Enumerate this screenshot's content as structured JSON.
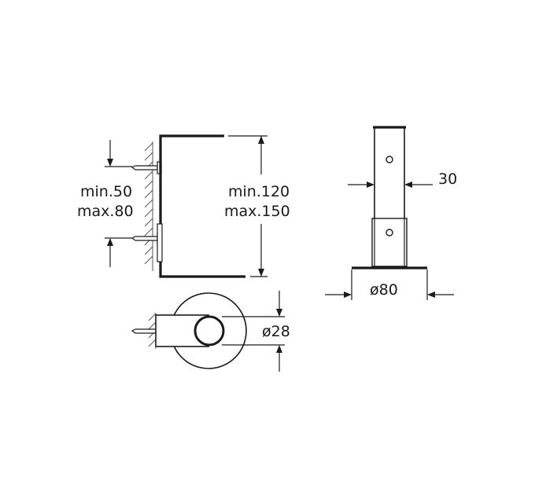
{
  "side_view": {
    "wall_distance": {
      "min": "min.50",
      "max": "max.80"
    },
    "projection": {
      "min": "min.120",
      "max": "max.150"
    }
  },
  "front_view": {
    "width_label": "30",
    "base_diameter_label": "ø80"
  },
  "top_view": {
    "diameter_label": "ø28"
  }
}
